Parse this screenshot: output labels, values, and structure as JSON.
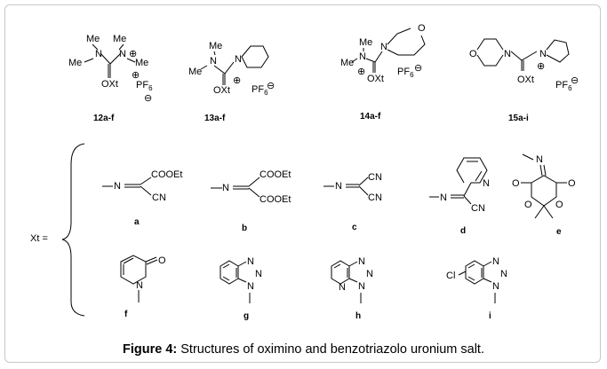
{
  "figure": {
    "caption_label": "Figure 4:",
    "caption_text": " Structures of oximino and benzotriazolo uronium salt."
  },
  "atoms": {
    "me": "Me",
    "n": "N",
    "o": "O",
    "oxt": "OXt",
    "pf": "PF",
    "pf_sub": "6",
    "plus": "⊕",
    "minus": "⊖",
    "cooet": "COOEt",
    "cn": "CN",
    "cl": "Cl"
  },
  "compounds": [
    {
      "label": "12a-f"
    },
    {
      "label": "13a-f"
    },
    {
      "label": "14a-f"
    },
    {
      "label": "15a-i"
    }
  ],
  "xt_label": "Xt =",
  "substituents": [
    "a",
    "b",
    "c",
    "d",
    "e",
    "f",
    "g",
    "h",
    "i"
  ]
}
